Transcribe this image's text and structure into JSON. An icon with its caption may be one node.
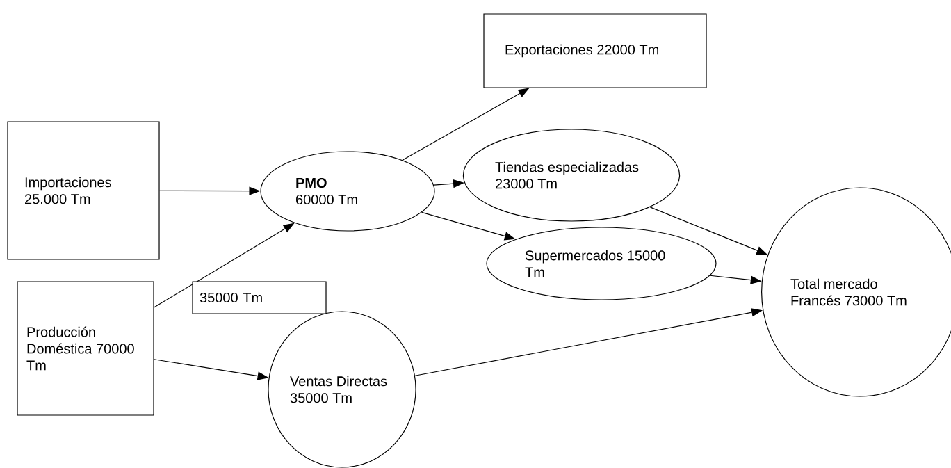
{
  "diagram": {
    "nodes": [
      {
        "text": [
          "Importaciones 25.000 Tm"
        ]
      },
      {
        "text": [
          "PMO",
          "60000 Tm"
        ]
      },
      {
        "text": [
          "Exportaciones 22000 Tm"
        ]
      },
      {
        "text": [
          "Tiendas especializadas 23000 Tm"
        ]
      },
      {
        "text": [
          "Supermercados 15000 Tm"
        ]
      },
      {
        "text": [
          "Producción Doméstica 70000 Tm"
        ]
      },
      {
        "text": [
          "Ventas Directas 35000 Tm"
        ]
      },
      {
        "text": [
          "Total mercado Francés 73000 Tm"
        ]
      }
    ],
    "edges": [
      {
        "from": 0,
        "to": 1,
        "arrow": "to"
      },
      {
        "from": 5,
        "to": 1,
        "arrow": "to",
        "label": "35000 Tm"
      },
      {
        "from": 5,
        "to": 6,
        "arrow": "to"
      },
      {
        "from": 1,
        "to": 2,
        "arrow": "to"
      },
      {
        "from": 1,
        "to": 3,
        "arrow": "to"
      },
      {
        "from": 1,
        "to": 4,
        "arrow": "to"
      },
      {
        "from": 3,
        "to": 7,
        "arrow": "to"
      },
      {
        "from": 4,
        "to": 7,
        "arrow": "to"
      },
      {
        "from": 6,
        "to": 7,
        "arrow": "to"
      }
    ]
  }
}
